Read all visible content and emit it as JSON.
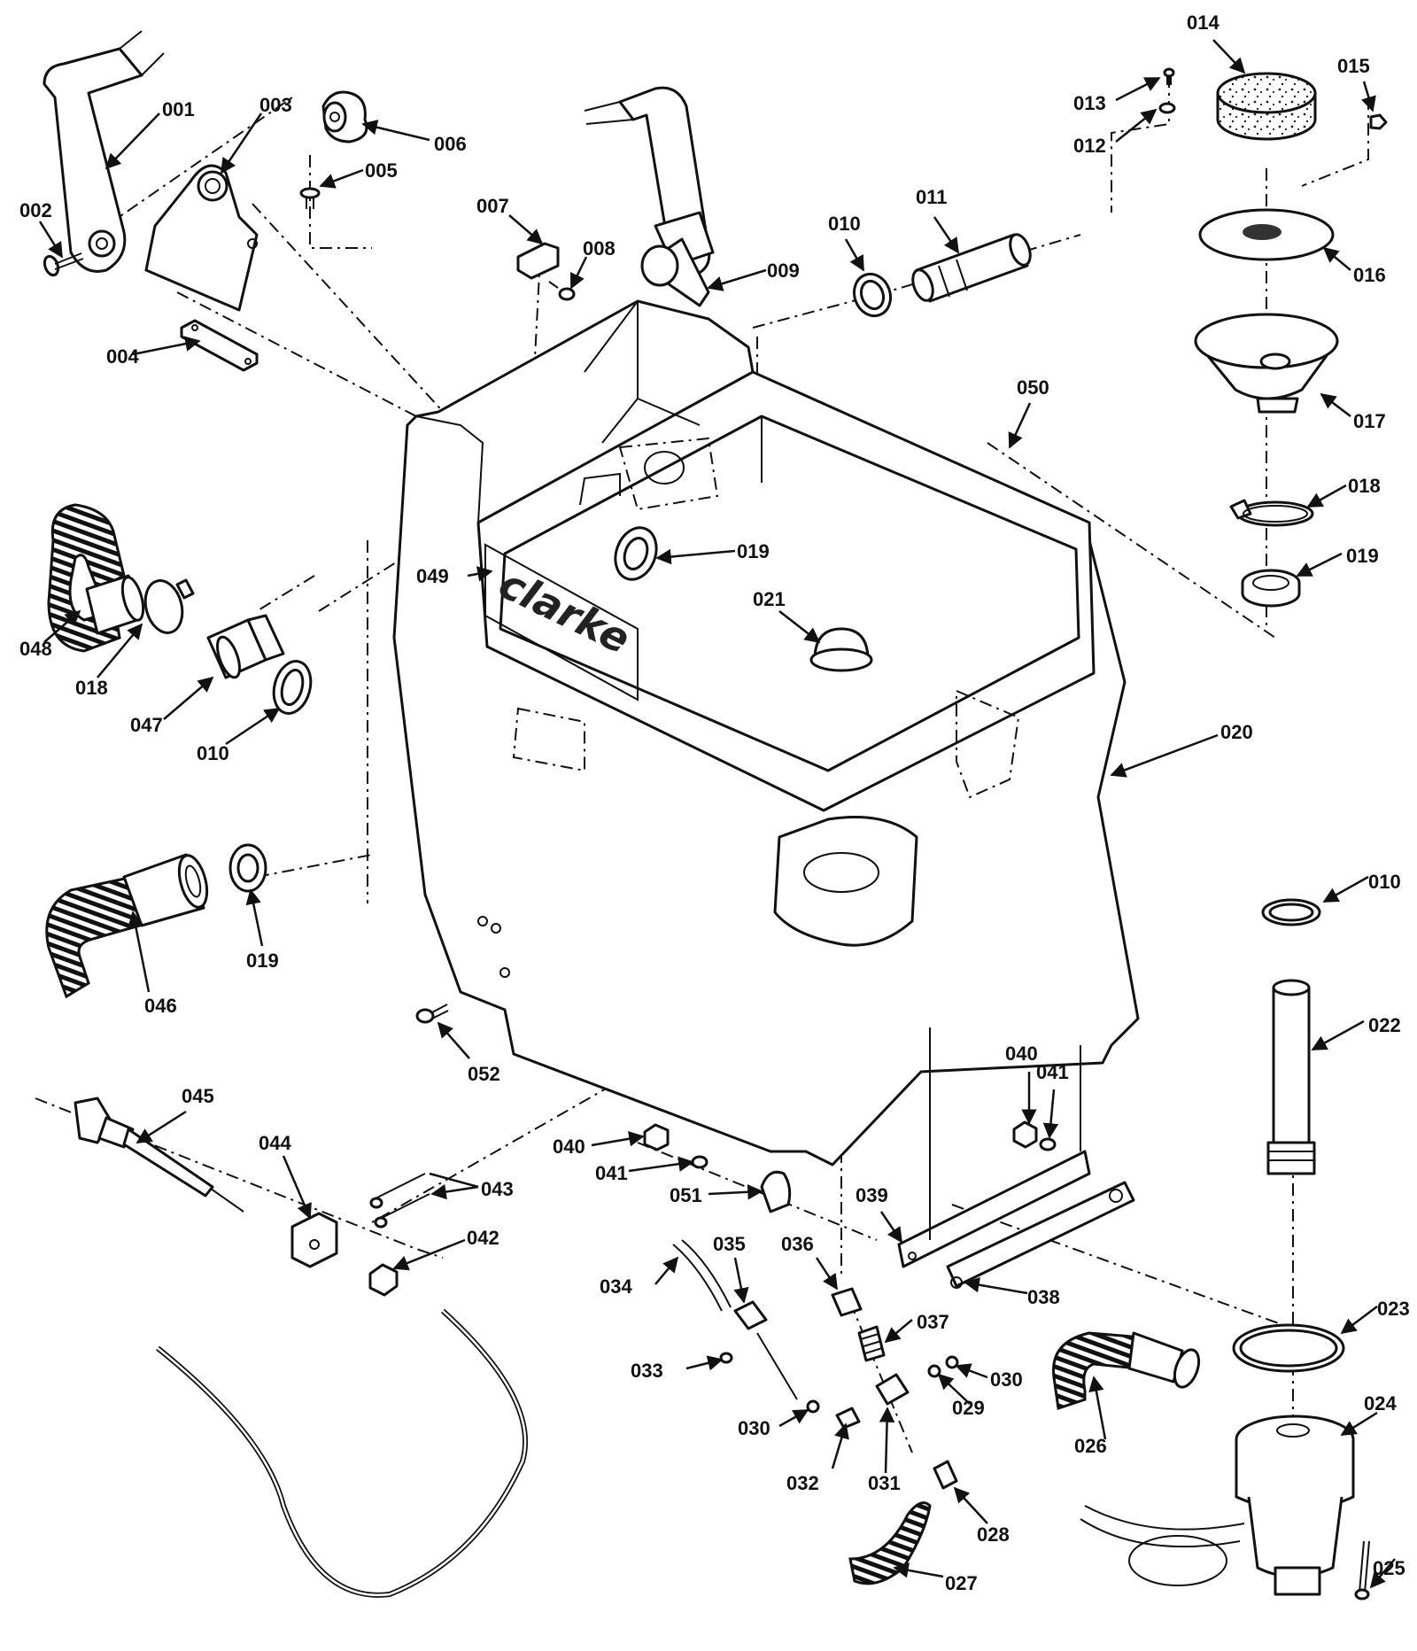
{
  "diagram": {
    "brand_text": "clarke",
    "callouts": [
      {
        "id": "001",
        "label": "001"
      },
      {
        "id": "002",
        "label": "002"
      },
      {
        "id": "003",
        "label": "003"
      },
      {
        "id": "004",
        "label": "004"
      },
      {
        "id": "005",
        "label": "005"
      },
      {
        "id": "006",
        "label": "006"
      },
      {
        "id": "007",
        "label": "007"
      },
      {
        "id": "008",
        "label": "008"
      },
      {
        "id": "009",
        "label": "009"
      },
      {
        "id": "010a",
        "label": "010"
      },
      {
        "id": "011",
        "label": "011"
      },
      {
        "id": "012",
        "label": "012"
      },
      {
        "id": "013",
        "label": "013"
      },
      {
        "id": "014",
        "label": "014"
      },
      {
        "id": "015",
        "label": "015"
      },
      {
        "id": "016",
        "label": "016"
      },
      {
        "id": "017",
        "label": "017"
      },
      {
        "id": "018a",
        "label": "018"
      },
      {
        "id": "019a",
        "label": "019"
      },
      {
        "id": "019b",
        "label": "019"
      },
      {
        "id": "050",
        "label": "050"
      },
      {
        "id": "021",
        "label": "021"
      },
      {
        "id": "049",
        "label": "049"
      },
      {
        "id": "048",
        "label": "048"
      },
      {
        "id": "018b",
        "label": "018"
      },
      {
        "id": "047",
        "label": "047"
      },
      {
        "id": "010b",
        "label": "010"
      },
      {
        "id": "020",
        "label": "020"
      },
      {
        "id": "010c",
        "label": "010"
      },
      {
        "id": "022",
        "label": "022"
      },
      {
        "id": "046",
        "label": "046"
      },
      {
        "id": "019c",
        "label": "019"
      },
      {
        "id": "052",
        "label": "052"
      },
      {
        "id": "040a",
        "label": "040"
      },
      {
        "id": "041a",
        "label": "041"
      },
      {
        "id": "045",
        "label": "045"
      },
      {
        "id": "044",
        "label": "044"
      },
      {
        "id": "043",
        "label": "043"
      },
      {
        "id": "040b",
        "label": "040"
      },
      {
        "id": "041b",
        "label": "041"
      },
      {
        "id": "051",
        "label": "051"
      },
      {
        "id": "039",
        "label": "039"
      },
      {
        "id": "042",
        "label": "042"
      },
      {
        "id": "035",
        "label": "035"
      },
      {
        "id": "036",
        "label": "036"
      },
      {
        "id": "034",
        "label": "034"
      },
      {
        "id": "038",
        "label": "038"
      },
      {
        "id": "037",
        "label": "037"
      },
      {
        "id": "023",
        "label": "023"
      },
      {
        "id": "033",
        "label": "033"
      },
      {
        "id": "030a",
        "label": "030"
      },
      {
        "id": "029",
        "label": "029"
      },
      {
        "id": "030b",
        "label": "030"
      },
      {
        "id": "026",
        "label": "026"
      },
      {
        "id": "024",
        "label": "024"
      },
      {
        "id": "032",
        "label": "032"
      },
      {
        "id": "031",
        "label": "031"
      },
      {
        "id": "028",
        "label": "028"
      },
      {
        "id": "025",
        "label": "025"
      },
      {
        "id": "027",
        "label": "027"
      }
    ]
  }
}
